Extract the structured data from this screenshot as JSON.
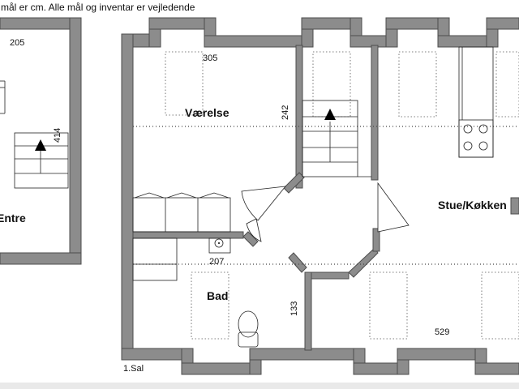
{
  "header": {
    "note": "mål er cm. Alle mål og inventar er vejledende"
  },
  "rooms": {
    "vaerelse": "Værelse",
    "stue_koekken": "Stue/Køkken",
    "bad": "Bad",
    "entre": "Entre"
  },
  "dimensions": {
    "d205": "205",
    "d414": "414",
    "d305": "305",
    "d242": "242",
    "d207": "207",
    "d133": "133",
    "d529": "529"
  },
  "footer": {
    "floor": "1.Sal"
  }
}
